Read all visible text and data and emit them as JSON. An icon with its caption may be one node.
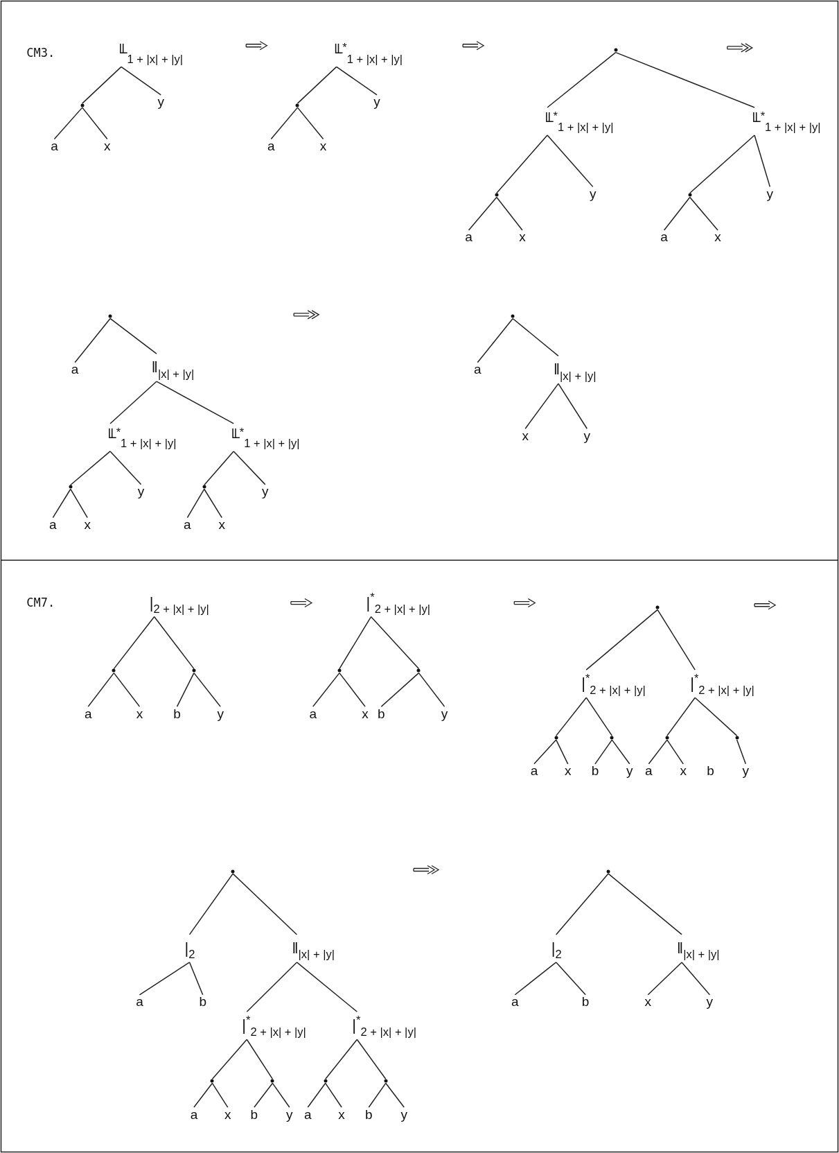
{
  "diagram": {
    "nodes": [
      {
        "text": [
          "╙$_{1 + |x| + |y|}$"
        ]
      },
      {
        "text": [],
        "shape": "circle"
      },
      {
        "text": [
          "y"
        ]
      },
      {
        "text": [
          "a"
        ]
      },
      {
        "text": [
          "x"
        ]
      },
      {
        "text": [
          "╙$^{*}$$_{1 + |x| + |y|}$"
        ]
      },
      {
        "text": [],
        "shape": "circle"
      },
      {
        "text": [
          "y"
        ]
      },
      {
        "text": [
          "a"
        ]
      },
      {
        "text": [
          "x"
        ]
      },
      {
        "text": [],
        "shape": "circle"
      },
      {
        "text": [
          "╙$^{*}$$_{1 + |x| + |y|}$"
        ]
      },
      {
        "text": [
          "╙$^{*}$$_{1 + |x| + |y|}$"
        ]
      },
      {
        "text": [],
        "shape": "circle"
      },
      {
        "text": [
          "y"
        ]
      },
      {
        "text": [
          "a"
        ]
      },
      {
        "text": [
          "x"
        ]
      },
      {
        "text": [],
        "shape": "circle"
      },
      {
        "text": [
          "y"
        ]
      },
      {
        "text": [
          "a"
        ]
      },
      {
        "text": [
          "x"
        ]
      },
      {
        "text": [],
        "shape": "circle"
      },
      {
        "text": [
          "a"
        ]
      },
      {
        "text": [
          "‖$_{|x| + |y|}$"
        ]
      },
      {
        "text": [
          "╙$^{*}$$_{1 + |x| + |y|}$"
        ]
      },
      {
        "text": [
          "╙$^{*}$$_{1 + |x| + |y|}$"
        ]
      },
      {
        "text": [],
        "shape": "circle"
      },
      {
        "text": [
          "y"
        ]
      },
      {
        "text": [
          "a"
        ]
      },
      {
        "text": [
          "x"
        ]
      },
      {
        "text": [],
        "shape": "circle"
      },
      {
        "text": [
          "y"
        ]
      },
      {
        "text": [
          "a"
        ]
      },
      {
        "text": [
          "x"
        ]
      },
      {
        "text": [],
        "shape": "circle"
      },
      {
        "text": [
          "a"
        ]
      },
      {
        "text": [
          "‖$_{|x| + |y|}$"
        ]
      },
      {
        "text": [
          "x"
        ]
      },
      {
        "text": [
          "y"
        ]
      },
      {
        "text": [
          "|$_{2 + |x| + |y|}$"
        ]
      },
      {
        "text": [],
        "shape": "circle"
      },
      {
        "text": [],
        "shape": "circle"
      },
      {
        "text": [
          "a"
        ]
      },
      {
        "text": [
          "x"
        ]
      },
      {
        "text": [
          "b"
        ]
      },
      {
        "text": [
          "y"
        ]
      },
      {
        "text": [
          "|$^{*}$$_{2 + |x| + |y|}$"
        ]
      },
      {
        "text": [],
        "shape": "circle"
      },
      {
        "text": [],
        "shape": "circle"
      },
      {
        "text": [
          "a"
        ]
      },
      {
        "text": [
          "x"
        ]
      },
      {
        "text": [
          "b"
        ]
      },
      {
        "text": [
          "y"
        ]
      },
      {
        "text": [],
        "shape": "circle"
      },
      {
        "text": [
          "|$^{*}$$_{2 + |x| + |y|}$"
        ]
      },
      {
        "text": [
          "|$^{*}$$_{2 + |x| + |y|}$"
        ]
      },
      {
        "text": [],
        "shape": "circle"
      },
      {
        "text": [],
        "shape": "circle"
      },
      {
        "text": [
          "a"
        ]
      },
      {
        "text": [
          "x"
        ]
      },
      {
        "text": [
          "b"
        ]
      },
      {
        "text": [
          "y"
        ]
      },
      {
        "text": [],
        "shape": "circle"
      },
      {
        "text": [],
        "shape": "circle"
      },
      {
        "text": [
          "a"
        ]
      },
      {
        "text": [
          "x"
        ]
      },
      {
        "text": [
          "b"
        ]
      },
      {
        "text": [
          "y"
        ]
      },
      {
        "text": [],
        "shape": "circle"
      },
      {
        "text": [
          "|$_{2}$"
        ]
      },
      {
        "text": [
          "‖$_{|x| + |y|}$"
        ]
      },
      {
        "text": [
          "a"
        ]
      },
      {
        "text": [
          "b"
        ]
      },
      {
        "text": [
          "|$^{*}$$_{2 + |x| + |y|}$"
        ]
      },
      {
        "text": [
          "|$^{*}$$_{2 + |x| + |y|}$"
        ]
      },
      {
        "text": [],
        "shape": "circle"
      },
      {
        "text": [],
        "shape": "circle"
      },
      {
        "text": [
          "a"
        ]
      },
      {
        "text": [
          "x"
        ]
      },
      {
        "text": [
          "b"
        ]
      },
      {
        "text": [
          "y"
        ]
      },
      {
        "text": [],
        "shape": "circle"
      },
      {
        "text": [],
        "shape": "circle"
      },
      {
        "text": [
          "a"
        ]
      },
      {
        "text": [
          "x"
        ]
      },
      {
        "text": [
          "b"
        ]
      },
      {
        "text": [
          "y"
        ]
      },
      {
        "text": [],
        "shape": "circle"
      },
      {
        "text": [
          "|$_{2}$"
        ]
      },
      {
        "text": [
          "‖$_{|x| + |y|}$"
        ]
      },
      {
        "text": [
          "a"
        ]
      },
      {
        "text": [
          "b"
        ]
      },
      {
        "text": [
          "x"
        ]
      },
      {
        "text": [
          "y"
        ]
      }
    ],
    "edges": [
      {
        "from": 0,
        "to": 1,
        "arrow": "none"
      },
      {
        "from": 0,
        "to": 2,
        "arrow": "none"
      },
      {
        "from": 1,
        "to": 3,
        "arrow": "none"
      },
      {
        "from": 1,
        "to": 4,
        "arrow": "none"
      },
      {
        "from": 5,
        "to": 6,
        "arrow": "none"
      },
      {
        "from": 5,
        "to": 7,
        "arrow": "none"
      },
      {
        "from": 6,
        "to": 8,
        "arrow": "none"
      },
      {
        "from": 6,
        "to": 9,
        "arrow": "none"
      },
      {
        "from": 10,
        "to": 11,
        "arrow": "none"
      },
      {
        "from": 10,
        "to": 12,
        "arrow": "none"
      },
      {
        "from": 11,
        "to": 13,
        "arrow": "none"
      },
      {
        "from": 11,
        "to": 14,
        "arrow": "none"
      },
      {
        "from": 13,
        "to": 15,
        "arrow": "none"
      },
      {
        "from": 13,
        "to": 16,
        "arrow": "none"
      },
      {
        "from": 12,
        "to": 17,
        "arrow": "none"
      },
      {
        "from": 12,
        "to": 18,
        "arrow": "none"
      },
      {
        "from": 17,
        "to": 19,
        "arrow": "none"
      },
      {
        "from": 17,
        "to": 20,
        "arrow": "none"
      },
      {
        "from": 21,
        "to": 22,
        "arrow": "none"
      },
      {
        "from": 21,
        "to": 23,
        "arrow": "none"
      },
      {
        "from": 23,
        "to": 24,
        "arrow": "none"
      },
      {
        "from": 23,
        "to": 25,
        "arrow": "none"
      },
      {
        "from": 24,
        "to": 26,
        "arrow": "none"
      },
      {
        "from": 24,
        "to": 27,
        "arrow": "none"
      },
      {
        "from": 26,
        "to": 28,
        "arrow": "none"
      },
      {
        "from": 26,
        "to": 29,
        "arrow": "none"
      },
      {
        "from": 25,
        "to": 30,
        "arrow": "none"
      },
      {
        "from": 25,
        "to": 31,
        "arrow": "none"
      },
      {
        "from": 30,
        "to": 32,
        "arrow": "none"
      },
      {
        "from": 30,
        "to": 33,
        "arrow": "none"
      },
      {
        "from": 34,
        "to": 35,
        "arrow": "none"
      },
      {
        "from": 34,
        "to": 36,
        "arrow": "none"
      },
      {
        "from": 36,
        "to": 37,
        "arrow": "none"
      },
      {
        "from": 36,
        "to": 38,
        "arrow": "none"
      },
      {
        "from": 39,
        "to": 40,
        "arrow": "none"
      },
      {
        "from": 39,
        "to": 41,
        "arrow": "none"
      },
      {
        "from": 40,
        "to": 42,
        "arrow": "none"
      },
      {
        "from": 40,
        "to": 43,
        "arrow": "none"
      },
      {
        "from": 41,
        "to": 44,
        "arrow": "none"
      },
      {
        "from": 41,
        "to": 45,
        "arrow": "none"
      },
      {
        "from": 46,
        "to": 47,
        "arrow": "none"
      },
      {
        "from": 46,
        "to": 48,
        "arrow": "none"
      },
      {
        "from": 47,
        "to": 49,
        "arrow": "none"
      },
      {
        "from": 47,
        "to": 50,
        "arrow": "none"
      },
      {
        "from": 48,
        "to": 51,
        "arrow": "none"
      },
      {
        "from": 48,
        "to": 52,
        "arrow": "none"
      },
      {
        "from": 53,
        "to": 54,
        "arrow": "none"
      },
      {
        "from": 53,
        "to": 55,
        "arrow": "none"
      },
      {
        "from": 54,
        "to": 56,
        "arrow": "none"
      },
      {
        "from": 54,
        "to": 57,
        "arrow": "none"
      },
      {
        "from": 56,
        "to": 58,
        "arrow": "none"
      },
      {
        "from": 56,
        "to": 59,
        "arrow": "none"
      },
      {
        "from": 57,
        "to": 60,
        "arrow": "none"
      },
      {
        "from": 57,
        "to": 61,
        "arrow": "none"
      },
      {
        "from": 55,
        "to": 62,
        "arrow": "none"
      },
      {
        "from": 55,
        "to": 63,
        "arrow": "none"
      },
      {
        "from": 62,
        "to": 64,
        "arrow": "none"
      },
      {
        "from": 62,
        "to": 65,
        "arrow": "none"
      },
      {
        "from": 63,
        "to": 67,
        "arrow": "none"
      },
      {
        "from": 68,
        "to": 69,
        "arrow": "none"
      },
      {
        "from": 68,
        "to": 70,
        "arrow": "none"
      },
      {
        "from": 69,
        "to": 71,
        "arrow": "none"
      },
      {
        "from": 69,
        "to": 72,
        "arrow": "none"
      },
      {
        "from": 70,
        "to": 73,
        "arrow": "none"
      },
      {
        "from": 70,
        "to": 74,
        "arrow": "none"
      },
      {
        "from": 73,
        "to": 75,
        "arrow": "none"
      },
      {
        "from": 73,
        "to": 76,
        "arrow": "none"
      },
      {
        "from": 75,
        "to": 77,
        "arrow": "none"
      },
      {
        "from": 75,
        "to": 78,
        "arrow": "none"
      },
      {
        "from": 76,
        "to": 79,
        "arrow": "none"
      },
      {
        "from": 76,
        "to": 80,
        "arrow": "none"
      },
      {
        "from": 74,
        "to": 81,
        "arrow": "none"
      },
      {
        "from": 74,
        "to": 82,
        "arrow": "none"
      },
      {
        "from": 81,
        "to": 83,
        "arrow": "none"
      },
      {
        "from": 81,
        "to": 84,
        "arrow": "none"
      },
      {
        "from": 82,
        "to": 85,
        "arrow": "none"
      },
      {
        "from": 82,
        "to": 86,
        "arrow": "none"
      },
      {
        "from": 87,
        "to": 88,
        "arrow": "none"
      },
      {
        "from": 87,
        "to": 89,
        "arrow": "none"
      },
      {
        "from": 88,
        "to": 90,
        "arrow": "none"
      },
      {
        "from": 88,
        "to": 91,
        "arrow": "none"
      },
      {
        "from": 89,
        "to": 92,
        "arrow": "none"
      },
      {
        "from": 89,
        "to": 93,
        "arrow": "none"
      }
    ],
    "labels": [
      "CM3.",
      "CM7."
    ]
  }
}
